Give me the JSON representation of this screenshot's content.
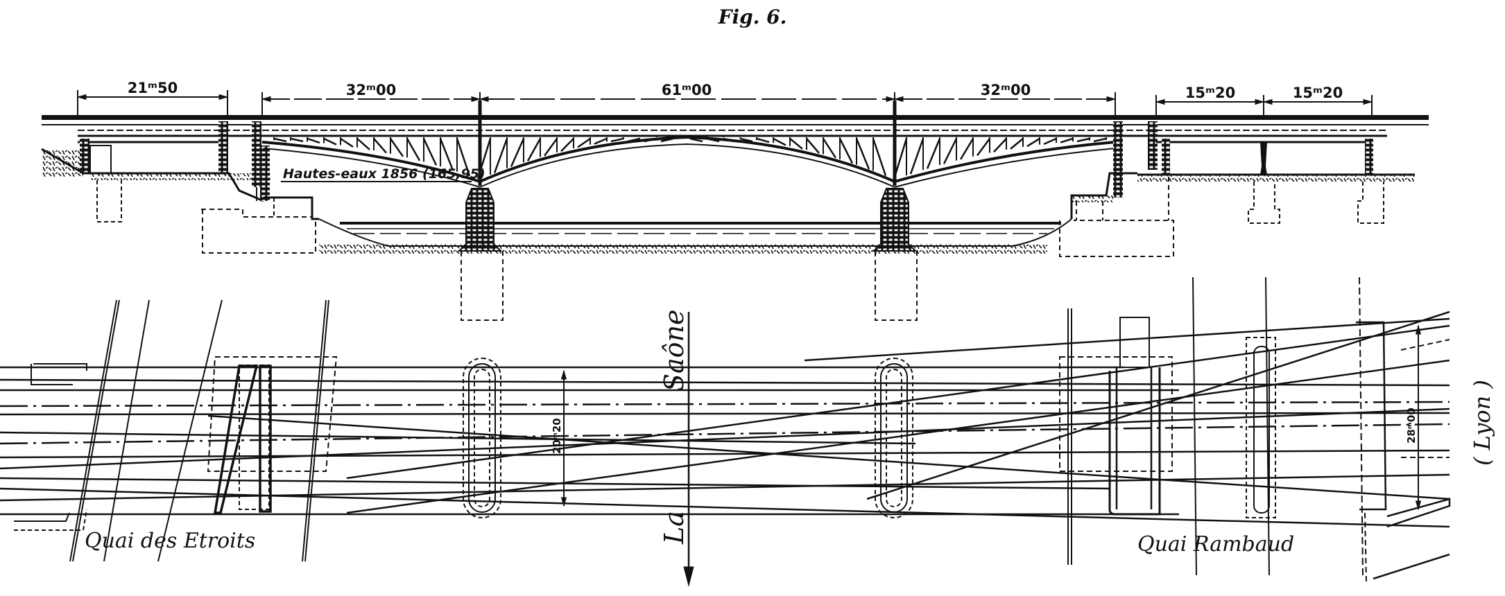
{
  "figure": {
    "title": "Fig. 6."
  },
  "elevation": {
    "span_dimensions": [
      {
        "id": "span-1",
        "label": "21ᵐ50"
      },
      {
        "id": "span-2",
        "label": "32ᵐ00"
      },
      {
        "id": "span-3",
        "label": "61ᵐ00"
      },
      {
        "id": "span-4",
        "label": "32ᵐ00"
      },
      {
        "id": "span-5",
        "label": "15ᵐ20"
      },
      {
        "id": "span-6",
        "label": "15ᵐ20"
      }
    ],
    "high_water_label": "Hautes-eaux 1856 (165,95)"
  },
  "plan": {
    "river_label_top": "Saône",
    "river_label_bottom": "La",
    "quay_left": "Quai des Etroits",
    "quay_right": "Quai Rambaud",
    "destination": "( Lyon )",
    "width_dimension_left": "20ᵐ20",
    "width_dimension_right": "28ᵐ00"
  },
  "colors": {
    "ink": "#111111",
    "paper": "#ffffff"
  }
}
